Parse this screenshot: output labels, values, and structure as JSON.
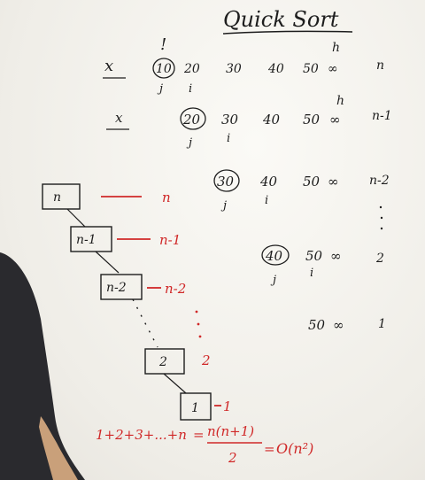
{
  "title": "Quick Sort",
  "rows": [
    {
      "mark": "x",
      "values": [
        "10",
        "20",
        "30",
        "40",
        "50",
        "∞"
      ],
      "j_label": "j",
      "i_label": "i",
      "h_label": "h",
      "n_label": "n",
      "top_mark": "!"
    },
    {
      "mark": "x",
      "values": [
        "20",
        "30",
        "40",
        "50",
        "∞"
      ],
      "j_label": "j",
      "i_label": "i",
      "h_label": "h",
      "n_label": "n-1"
    },
    {
      "values": [
        "30",
        "40",
        "50",
        "∞"
      ],
      "j_label": "j",
      "i_label": "i",
      "n_label": "n-2"
    },
    {
      "values": [
        "40",
        "50",
        "∞"
      ],
      "j_label": "j",
      "i_label": "i",
      "n_label": "2"
    },
    {
      "values": [
        "50",
        "∞"
      ],
      "n_label": "1"
    }
  ],
  "tree": [
    {
      "box": "n",
      "cost": "n"
    },
    {
      "box": "n-1",
      "cost": "n-1"
    },
    {
      "box": "n-2",
      "cost": "n-2"
    },
    {
      "box": "2",
      "cost": "2"
    },
    {
      "box": "1",
      "cost": "1"
    }
  ],
  "formula": {
    "sum": "1+2+3+...+n",
    "eq1": "=",
    "numerator": "n(n+1)",
    "denominator": "2",
    "eq2": "=",
    "result": "O(n²)"
  },
  "colors": {
    "ink": "#1d1d1d",
    "red_marker": "#d02828",
    "board": "#f4f3ef",
    "shirt": "#2a2a2e"
  }
}
